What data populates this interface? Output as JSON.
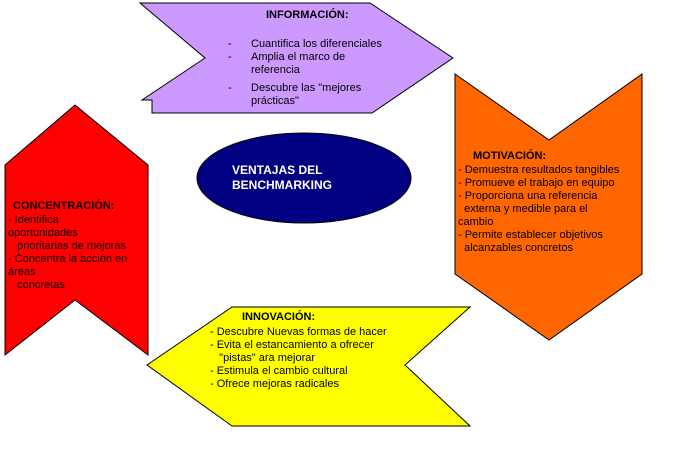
{
  "center": {
    "line1": "VENTAJAS DEL",
    "line2": "BENCHMARKING"
  },
  "informacion": {
    "title": "INFORMACIÓN:",
    "items": [
      "Cuantifica los diferenciales",
      "Amplia el marco de referencia",
      "Descubre las \"mejores prácticas\""
    ]
  },
  "motivacion": {
    "title": "MOTIVACIÓN:",
    "lines": [
      "- Demuestra resultados tangibles",
      "- Promueve el trabajo en equipo",
      "- Proporciona una referencia",
      "  externa y medible para el",
      "cambio",
      "- Permite establecer objetivos",
      "  alcanzables concretos"
    ]
  },
  "innovacion": {
    "title": "INNOVACIÓN:",
    "lines": [
      "- Descubre Nuevas formas de hacer",
      "- Evita el estancamiento a ofrecer",
      "   \"pistas\" ara mejorar",
      "- Estimula el cambio cultural",
      "- Ofrece mejoras radicales"
    ]
  },
  "concentracion": {
    "title": "CONCENTRACIÓN:",
    "lines": [
      "- Identifica",
      "oportunidades",
      "   prioritarias de mejoras",
      "- Concentra la acción en",
      "áreas",
      "   concretas"
    ]
  },
  "colors": {
    "purple": "#CC99FF",
    "orange": "#FF6600",
    "red": "#FF0000",
    "yellow": "#FFFF00",
    "navy": "#000080"
  }
}
